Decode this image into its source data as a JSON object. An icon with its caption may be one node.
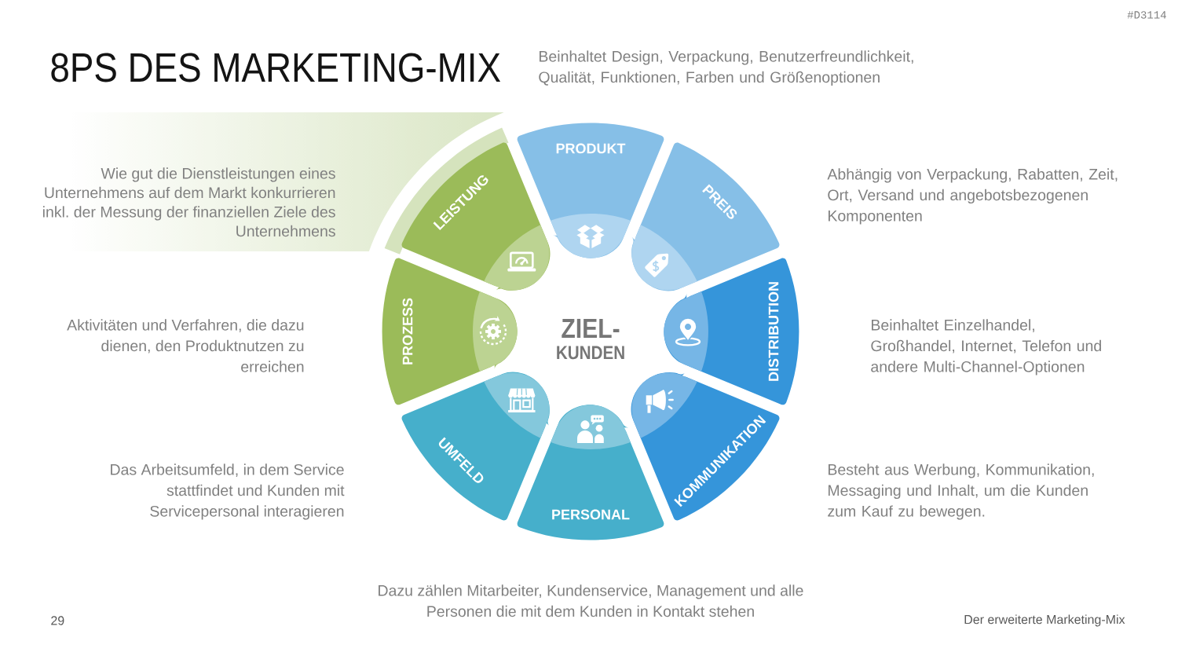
{
  "diagram": {
    "title": "8PS DES MARKETING-MIX",
    "nodes": [
      {
        "text": [
          "PRODUKT"
        ],
        "beside": [
          "Beinhaltet Design, Verpackung, Benutzerfreundlichkeit, Qualität, Funktionen, Farben und Größenoptionen"
        ]
      },
      {
        "text": [
          "PREIS"
        ],
        "beside": [
          "Abhängig von Verpackung, Rabatten, Zeit, Ort, Versand und angebotsbezogenen Komponenten"
        ]
      },
      {
        "text": [
          "DISTRIBUTION"
        ]
      },
      {
        "text": [
          "KOMMUNIKATION"
        ],
        "beside": [
          "Besteht aus Werbung, Kommunikation, Messaging und Inhalt, um die Kunden zum Kauf zu bewegen."
        ]
      },
      {
        "text": [
          "PERSONAL"
        ],
        "beside": [
          "Dazu zählen Mitarbeiter, Kundenservice, Management und alle Personen die mit dem Kunden in Kontakt stehen"
        ]
      },
      {
        "text": [
          "UMFELD"
        ]
      },
      {
        "text": [
          "PROZESS"
        ]
      },
      {
        "text": [
          "LEISTUNG"
        ]
      }
    ],
    "labels": [
      "#D3114",
      "Wie gut die Dienstleistungen eines Unternehmens auf dem Markt konkurrieren inkl. der Messung der finanziellen Ziele des Unternehmens",
      "Aktivitäten und Verfahren, die dazu dienen, den Produktnutzen zu erreichen",
      "ZIEL-",
      "Beinhaltet Einzelhandel, Großhandel, Internet, Telefon und andere Multi-Channel-Optionen",
      "KUNDEN",
      "Das Arbeitsumfeld, in dem Service stattfindet und Kunden mit Servicepersonal interagieren",
      "29",
      "Der erweiterte Marketing-Mix"
    ]
  }
}
